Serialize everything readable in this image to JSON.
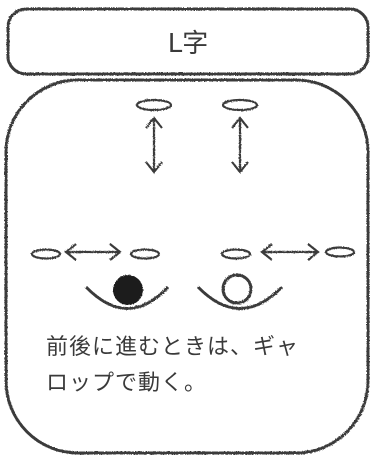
{
  "title": "L字",
  "caption": {
    "line1": "前後に進むときは、ギャ",
    "line2": "ロップで動く。"
  },
  "colors": {
    "ink": "#3a3a3a",
    "dot": "#1f1f1f",
    "paper": "#ffffff"
  },
  "icons": {
    "vertical_arrow": "double-headed-vertical-arrow",
    "horizontal_arrow": "double-headed-horizontal-arrow",
    "filled_ball": "black-ball-in-cup",
    "empty_ball": "white-ball-in-cup"
  }
}
